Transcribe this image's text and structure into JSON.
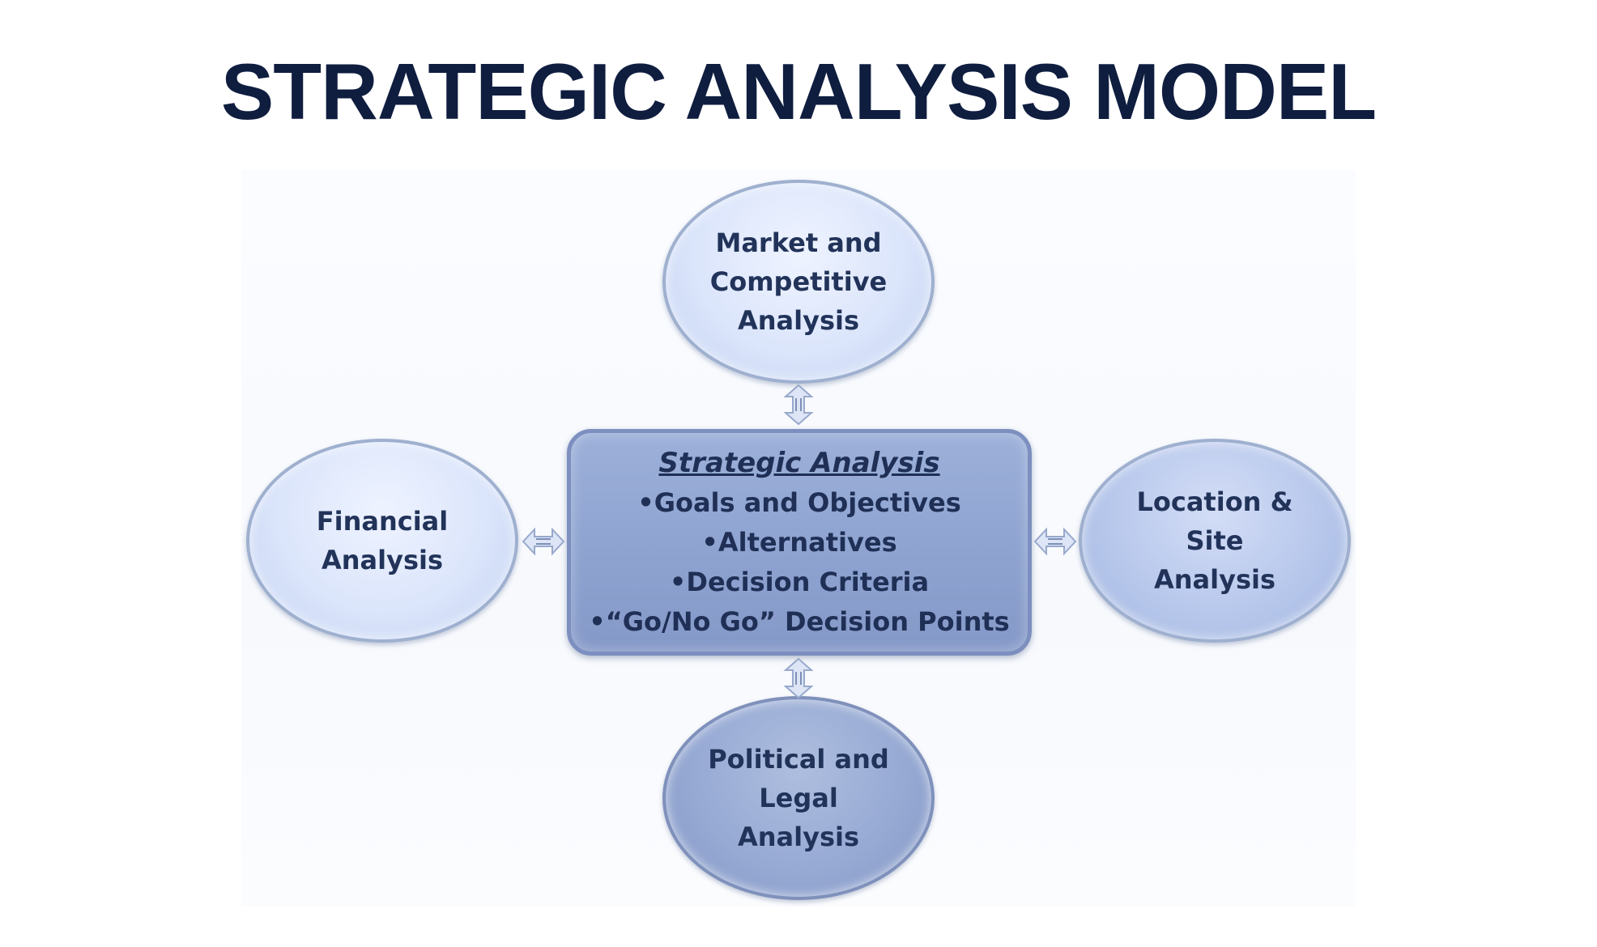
{
  "title": "STRATEGIC ANALYSIS MODEL",
  "center": {
    "heading": "Strategic Analysis",
    "items": [
      "•Goals and Objectives",
      "•Alternatives",
      "•Decision Criteria",
      "•“Go/No Go” Decision Points"
    ]
  },
  "nodes": {
    "top": {
      "lines": [
        "Market and",
        "Competitive",
        "Analysis"
      ]
    },
    "left": {
      "lines": [
        "Financial",
        "Analysis"
      ]
    },
    "right": {
      "lines": [
        "Location &",
        "Site",
        "Analysis"
      ]
    },
    "bottom": {
      "lines": [
        "Political and",
        "Legal",
        "Analysis"
      ]
    }
  },
  "colors": {
    "title": "#0f1d3f",
    "text": "#22335a",
    "light_oval": "#dbe5fb",
    "mid_oval": "#b8c8ec",
    "dark_fill": "#8fa4d1",
    "border": "#9fb0cf"
  }
}
